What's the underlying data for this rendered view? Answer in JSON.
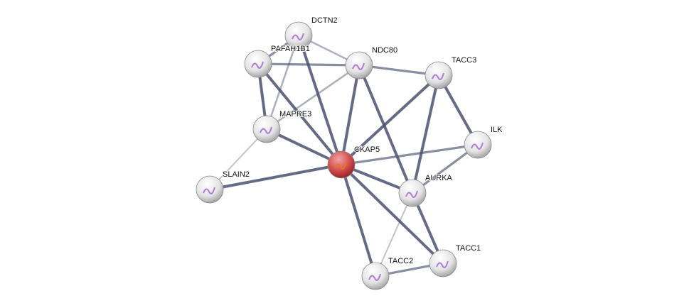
{
  "network": {
    "query_protein": "CKAP5",
    "nodes": [
      "DCTN2",
      "PAFAH1B1",
      "NDC80",
      "TACC3",
      "MAPRE3",
      "ILK",
      "CKAP5",
      "SLAIN2",
      "AURKA",
      "TACC1",
      "TACC2"
    ],
    "edges": [
      [
        "DCTN2",
        "PAFAH1B1",
        "medium"
      ],
      [
        "DCTN2",
        "NDC80",
        "light"
      ],
      [
        "DCTN2",
        "CKAP5",
        "strong"
      ],
      [
        "DCTN2",
        "MAPRE3",
        "light"
      ],
      [
        "PAFAH1B1",
        "NDC80",
        "medium"
      ],
      [
        "PAFAH1B1",
        "MAPRE3",
        "strong"
      ],
      [
        "PAFAH1B1",
        "CKAP5",
        "strong"
      ],
      [
        "NDC80",
        "TACC3",
        "medium"
      ],
      [
        "NDC80",
        "MAPRE3",
        "light"
      ],
      [
        "NDC80",
        "CKAP5",
        "strong"
      ],
      [
        "NDC80",
        "AURKA",
        "strong"
      ],
      [
        "TACC3",
        "CKAP5",
        "strong"
      ],
      [
        "TACC3",
        "AURKA",
        "strong"
      ],
      [
        "TACC3",
        "ILK",
        "strong"
      ],
      [
        "ILK",
        "CKAP5",
        "medium"
      ],
      [
        "ILK",
        "AURKA",
        "medium"
      ],
      [
        "MAPRE3",
        "CKAP5",
        "strong"
      ],
      [
        "MAPRE3",
        "SLAIN2",
        "faint"
      ],
      [
        "SLAIN2",
        "CKAP5",
        "strong"
      ],
      [
        "CKAP5",
        "AURKA",
        "strong"
      ],
      [
        "CKAP5",
        "TACC1",
        "strong"
      ],
      [
        "CKAP5",
        "TACC2",
        "strong"
      ],
      [
        "AURKA",
        "TACC1",
        "strong"
      ],
      [
        "AURKA",
        "TACC2",
        "faint"
      ],
      [
        "TACC2",
        "TACC1",
        "medium"
      ]
    ],
    "colors": {
      "query_node": "#c0312f",
      "node": "#e6e6e6",
      "edge": "#4a5170"
    }
  }
}
